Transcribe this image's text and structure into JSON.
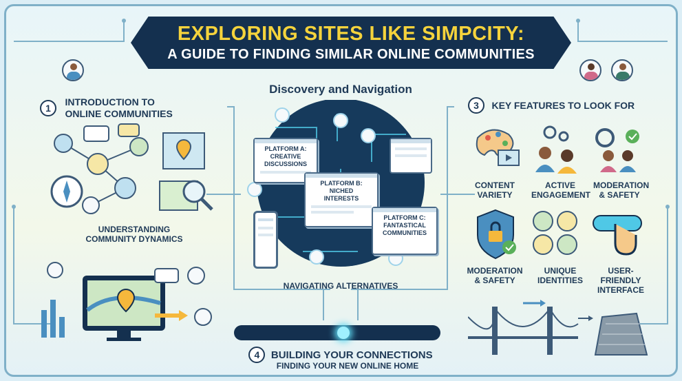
{
  "title": {
    "line1": "EXPLORING SITES LIKE SIMPCITY:",
    "line2": "A GUIDE TO FINDING SIMILAR ONLINE COMMUNITIES"
  },
  "center": {
    "heading": "Discovery and Navigation",
    "caption": "NAVIGATING ALTERNATIVES",
    "platforms": [
      {
        "line1": "PLATFORM A:",
        "line2": "CREATIVE",
        "line3": "DISCUSSIONS"
      },
      {
        "line1": "PLATFORM B:",
        "line2": "NICHED",
        "line3": "INTERESTS"
      },
      {
        "line1": "PLATFORM C:",
        "line2": "FANTASTICAL",
        "line3": "COMMUNITIES"
      }
    ]
  },
  "section1": {
    "number": "1",
    "title_l1": "INTRODUCTION TO",
    "title_l2": "ONLINE COMMUNITIES",
    "caption_l1": "UNDERSTANDING",
    "caption_l2": "COMMUNITY DYNAMICS"
  },
  "section3": {
    "number": "3",
    "title": "KEY FEATURES TO LOOK FOR",
    "features": [
      {
        "l1": "CONTENT",
        "l2": "VARIETY"
      },
      {
        "l1": "ACTIVE",
        "l2": "ENGAGEMENT"
      },
      {
        "l1": "MODERATION",
        "l2": "& SAFETY"
      },
      {
        "l1": "MODERATION",
        "l2": "& SAFETY"
      },
      {
        "l1": "UNIQUE",
        "l2": "IDENTITIES"
      },
      {
        "l1": "USER-FRIENDLY",
        "l2": "INTERFACE"
      }
    ]
  },
  "section4": {
    "number": "4",
    "title": "BUILDING YOUR CONNECTIONS",
    "subtitle": "FINDING YOUR NEW ONLINE HOME"
  },
  "colors": {
    "navy": "#14304f",
    "gold": "#f5d33c",
    "accent_blue": "#4a8fc0"
  }
}
